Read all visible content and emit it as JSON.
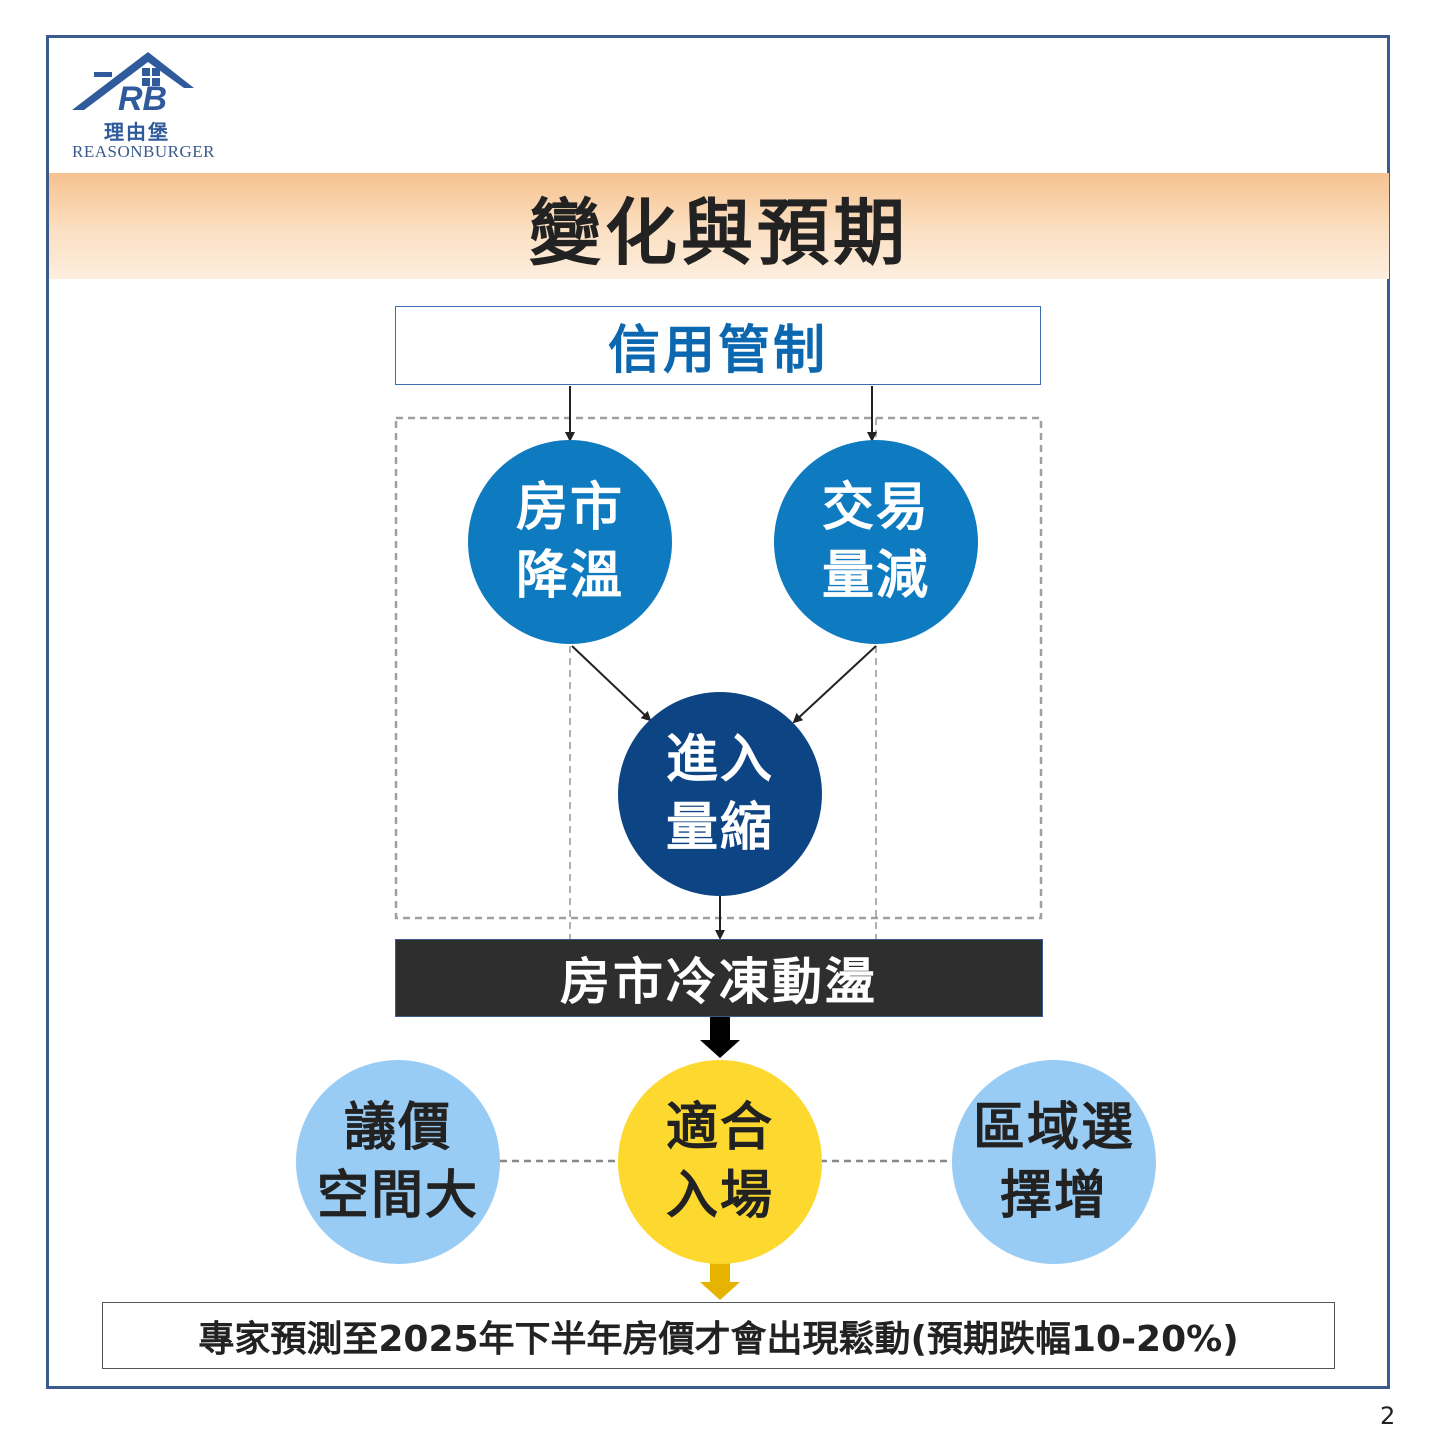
{
  "logo": {
    "mark": "RB",
    "chinese": "理由堡",
    "english": "REASONBURGER"
  },
  "title": "變化與預期",
  "top_box": "信用管制",
  "circles": {
    "market_cooling": [
      "房市",
      "降溫"
    ],
    "volume_drop": [
      "交易",
      "量減"
    ],
    "shrink": [
      "進入",
      "量縮"
    ]
  },
  "dark_box": "房市冷凍動盪",
  "outcomes": {
    "bargain": [
      "議價",
      "空間大"
    ],
    "entry": [
      "適合",
      "入場"
    ],
    "region": [
      "區域選",
      "擇增"
    ]
  },
  "forecast": "專家預測至2025年下半年房價才會出現鬆動(預期跌幅10-20%)",
  "page_number": "2",
  "colors": {
    "blue": "#0e7ac0",
    "navy": "#0c4484",
    "light_blue": "#99ccf5",
    "yellow": "#fdd82e",
    "dark": "#2e2e2e",
    "border": "#3a5b8c"
  }
}
